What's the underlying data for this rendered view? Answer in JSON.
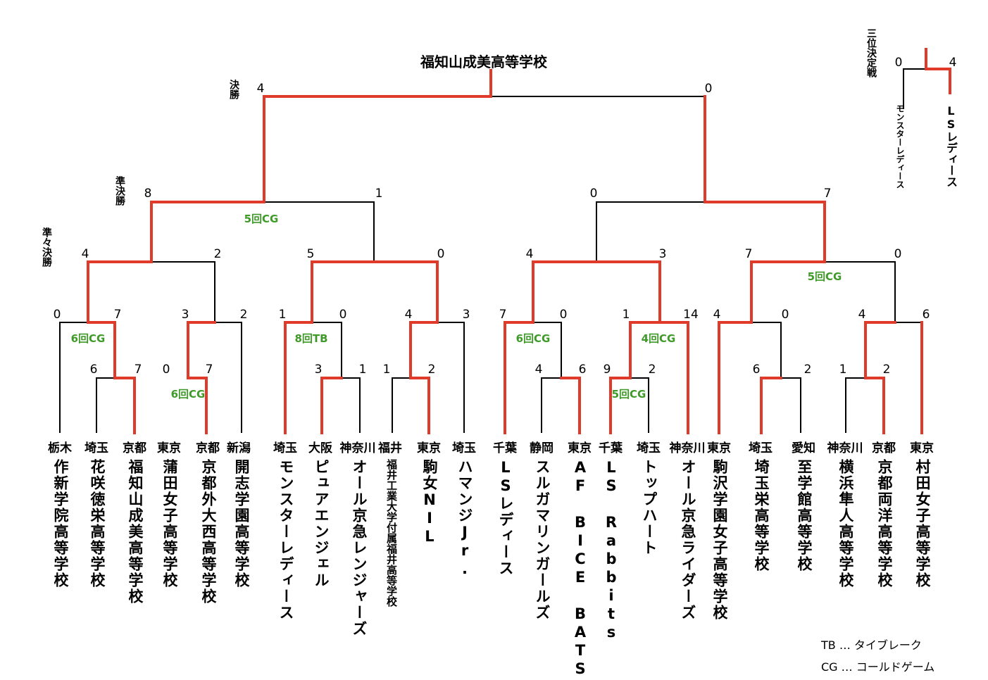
{
  "champion": "福知山成美高等学校",
  "rounds": {
    "final": "決勝",
    "semifinal": "準決勝",
    "quarterfinal": "準々決勝"
  },
  "teams": [
    {
      "pref": "栃木",
      "name": "作新学院高等学校"
    },
    {
      "pref": "埼玉",
      "name": "花咲徳栄高等学校"
    },
    {
      "pref": "京都",
      "name": "福知山成美高等学校"
    },
    {
      "pref": "東京",
      "name": "蒲田女子高等学校"
    },
    {
      "pref": "京都",
      "name": "京都外大西高等学校"
    },
    {
      "pref": "新潟",
      "name": "開志学園高等学校"
    },
    {
      "pref": "埼玉",
      "name": "モンスターレディース"
    },
    {
      "pref": "大阪",
      "name": "ピュアエンジェル"
    },
    {
      "pref": "神奈川",
      "name": "オール京急レンジャーズ"
    },
    {
      "pref": "福井",
      "name": "福井工業大学付属福井高等学校"
    },
    {
      "pref": "東京",
      "name": "駒女NIL"
    },
    {
      "pref": "埼玉",
      "name": "ハマンジJr."
    },
    {
      "pref": "千葉",
      "name": "LSレディース"
    },
    {
      "pref": "静岡",
      "name": "スルガマリンガールズ"
    },
    {
      "pref": "東京",
      "name": "AF BICE BATS"
    },
    {
      "pref": "千葉",
      "name": "LS Rabbits"
    },
    {
      "pref": "埼玉",
      "name": "トップハート"
    },
    {
      "pref": "神奈川",
      "name": "オール京急ライダーズ"
    },
    {
      "pref": "東京",
      "name": "駒沢学園女子高等学校"
    },
    {
      "pref": "埼玉",
      "name": "埼玉栄高等学校"
    },
    {
      "pref": "愛知",
      "name": "至学館高等学校"
    },
    {
      "pref": "神奈川",
      "name": "横浜隼人高等学校"
    },
    {
      "pref": "京都",
      "name": "京都両洋高等学校"
    },
    {
      "pref": "東京",
      "name": "村田女子高等学校"
    }
  ],
  "scores": {
    "r1_b_l": "6",
    "r1_b_r": "7",
    "r1_c_l": "0",
    "r1_c_r": "7",
    "r1_h_l": "3",
    "r1_h_r": "1",
    "r1_j_l": "1",
    "r1_j_r": "2",
    "r1_n_l": "4",
    "r1_n_r": "6",
    "r1_p_l": "9",
    "r1_p_r": "2",
    "r1_t_l": "6",
    "r1_t_r": "2",
    "r1_v_l": "1",
    "r1_v_r": "2",
    "r2_1_l": "0",
    "r2_1_r": "7",
    "r2_2_l": "3",
    "r2_2_r": "2",
    "r2_3_l": "1",
    "r2_3_r": "0",
    "r2_4_l": "4",
    "r2_4_r": "3",
    "r2_5_l": "7",
    "r2_5_r": "0",
    "r2_6_l": "1",
    "r2_6_r": "14",
    "r2_7_l": "4",
    "r2_7_r": "0",
    "r2_8_l": "4",
    "r2_8_r": "6",
    "qf_1_l": "4",
    "qf_1_r": "2",
    "qf_2_l": "5",
    "qf_2_r": "0",
    "qf_3_l": "4",
    "qf_3_r": "3",
    "qf_4_l": "7",
    "qf_4_r": "0",
    "sf_1_l": "8",
    "sf_1_r": "1",
    "sf_2_l": "0",
    "sf_2_r": "7",
    "f_l": "4",
    "f_r": "0"
  },
  "notes": {
    "n1": "5回CG",
    "n2": "8回TB",
    "n3": "6回CG",
    "n4": "6回CG",
    "n5": "4回CG",
    "n6": "6回CG",
    "n7": "5回CG",
    "n8": "5回CG"
  },
  "third_place": {
    "title": "三位決定戦",
    "left_team": "モンスターレディース",
    "left_score": "0",
    "right_team": "LSレディース",
    "right_score": "4"
  },
  "legend": {
    "tb": "TB … タイブレーク",
    "cg": "CG … コールドゲーム"
  },
  "colors": {
    "winner_line": "#e03a2a",
    "line": "#000000",
    "note": "#3f9a2a"
  }
}
